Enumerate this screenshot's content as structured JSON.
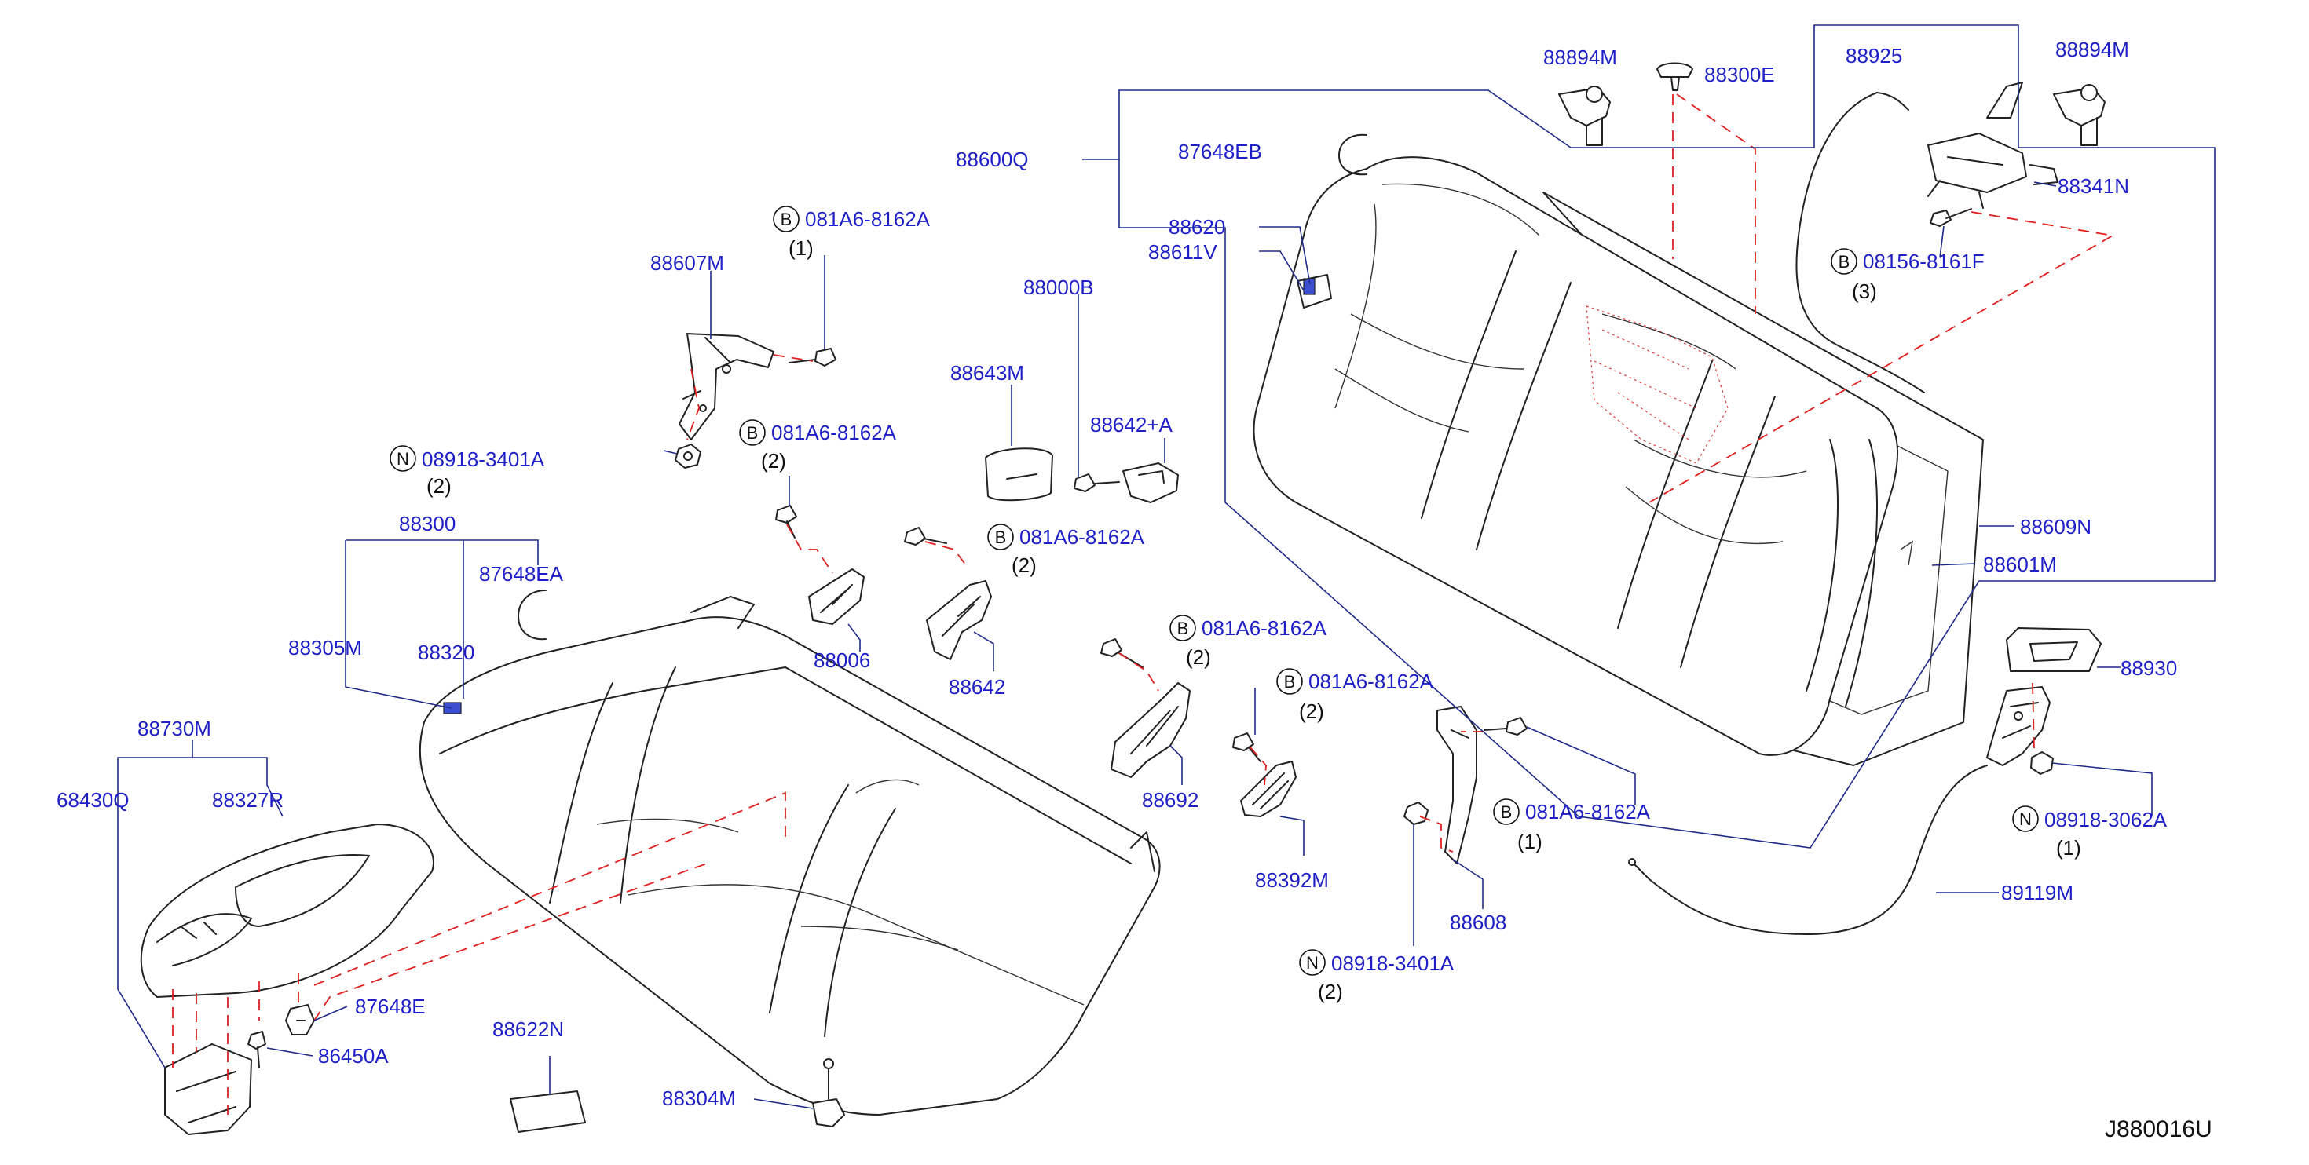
{
  "diagram_code": "J880016U",
  "labels": {
    "p88894M_left": "88894M",
    "p88300E": "88300E",
    "p88925": "88925",
    "p88894M_right": "88894M",
    "p88600Q": "88600Q",
    "p87648EB": "87648EB",
    "p88341N": "88341N",
    "p88620": "88620",
    "p88611V": "88611V",
    "p08156_8161F": "08156-8161F",
    "q08156_8161F": "(3)",
    "p081A6_1": "081A6-8162A",
    "q081A6_1": "(1)",
    "p88607M": "88607M",
    "p88000B": "88000B",
    "p88643M": "88643M",
    "p08918_1": "08918-3401A",
    "q08918_1": "(2)",
    "p081A6_2": "081A6-8162A",
    "q081A6_2": "(2)",
    "p88642A": "88642+A",
    "p88300": "88300",
    "p081A6_3": "081A6-8162A",
    "q081A6_3": "(2)",
    "p88609N": "88609N",
    "p87648EA": "87648EA",
    "p88601M": "88601M",
    "p88305M": "88305M",
    "p88320": "88320",
    "p88006": "88006",
    "p88642": "88642",
    "p081A6_4": "081A6-8162A",
    "q081A6_4": "(2)",
    "p88930": "88930",
    "p081A6_5": "081A6-8162A",
    "q081A6_5": "(2)",
    "p88730M": "88730M",
    "p68430Q": "68430Q",
    "p88327R": "88327R",
    "p88692": "88692",
    "p081A6_6": "081A6-8162A",
    "q081A6_6": "(1)",
    "p08918_3062A": "08918-3062A",
    "q08918_3062A": "(1)",
    "p88392M": "88392M",
    "p89119M": "89119M",
    "p88608": "88608",
    "p08918_2": "08918-3401A",
    "q08918_2": "(2)",
    "p87648E": "87648E",
    "p88622N": "88622N",
    "p86450A": "86450A",
    "p88304M": "88304M"
  },
  "markers": {
    "bolt": "B",
    "nut": "N"
  },
  "colors": {
    "part_number": "#1f1fc8",
    "leader": "#1f2a8a",
    "hidden_line": "#e02020",
    "outline": "#222222"
  }
}
